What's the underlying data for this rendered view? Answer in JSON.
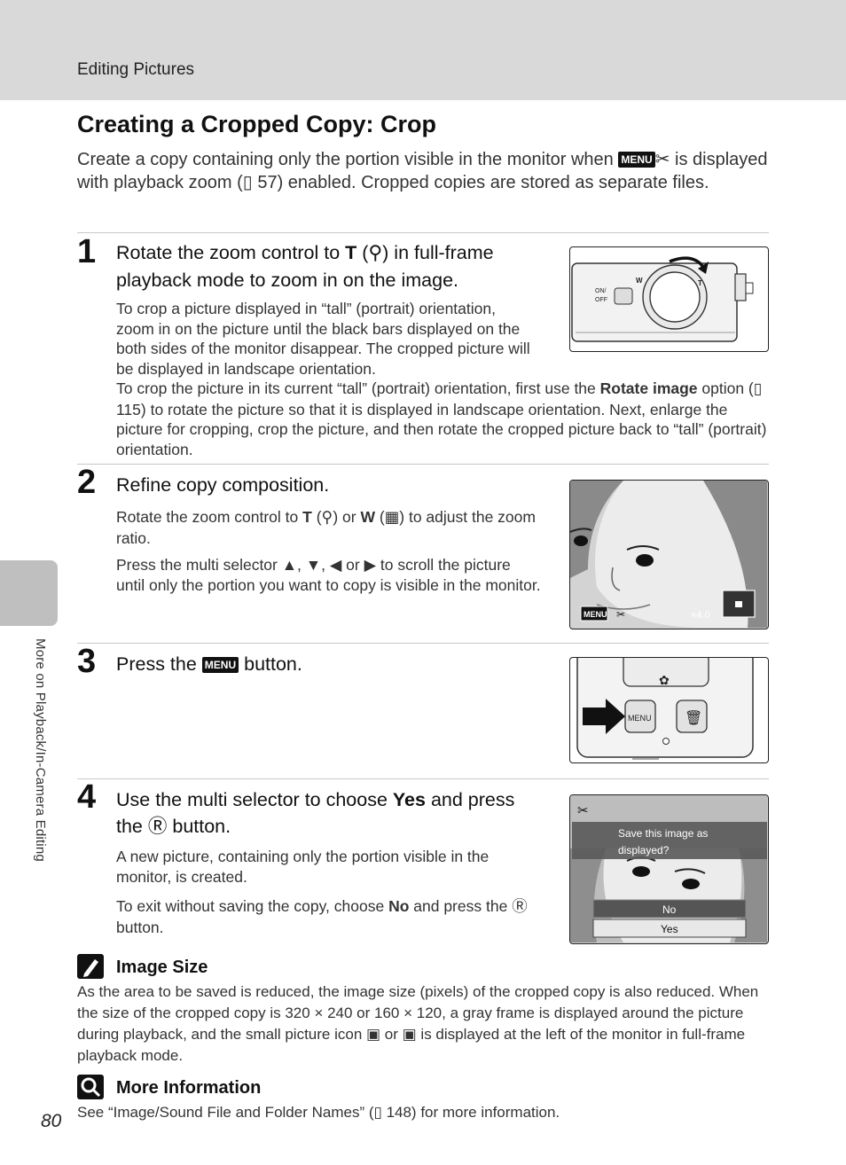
{
  "header": {
    "section": "Editing Pictures"
  },
  "sidebar": {
    "chapter": "More on Playback/In-Camera Editing"
  },
  "page_number": "80",
  "title": "Creating a Cropped Copy: Crop",
  "intro": {
    "p1": "Create a copy containing only the portion visible in the monitor when ",
    "menu": "MENU",
    "p2": " is displayed with playback zoom (",
    "p3": " 57) enabled. Cropped copies are stored as separate files."
  },
  "steps": [
    {
      "number": "1",
      "title_a": "Rotate the zoom control to ",
      "title_t": "T",
      "title_b": " (",
      "title_c": ") in full-frame playback mode to zoom in on the image.",
      "p1": "To crop a picture displayed in “tall” (portrait) orientation, zoom in on the picture until the black bars displayed on the both sides of the monitor disappear. The cropped picture will be displayed in landscape orientation.",
      "p2a": "To crop the picture in its current “tall” (portrait) orientation, first use the ",
      "p2b": "Rotate image",
      "p2c": " option (",
      "p2d": " 115) to rotate the picture so that it is displayed in landscape orientation. Next, enlarge the picture for cropping, crop the picture, and then rotate the cropped picture back to “tall” (portrait) orientation.",
      "figure": {
        "on_off": "ON/\nOFF",
        "w": "W",
        "t": "T"
      }
    },
    {
      "number": "2",
      "title": "Refine copy composition.",
      "p1a": "Rotate the zoom control to ",
      "p1t": "T",
      "p1b": " (",
      "p1c": ") or ",
      "p1w": "W",
      "p1d": " (",
      "p1e": ") to adjust the zoom ratio.",
      "p2": "Press the multi selector ▲, ▼, ◀ or ▶ to scroll the picture until only the portion you want to copy is visible in the monitor.",
      "figure": {
        "menu": "MENU",
        "zoom": "×4.0"
      }
    },
    {
      "number": "3",
      "title_a": "Press the ",
      "title_menu": "MENU",
      "title_b": " button.",
      "figure": {
        "menu_btn": "MENU"
      }
    },
    {
      "number": "4",
      "title_a": "Use the multi selector to choose ",
      "title_yes": "Yes",
      "title_b": " and press the ",
      "title_c": " button.",
      "p1": "A new picture, containing only the portion visible in the monitor, is created.",
      "p2a": "To exit without saving the copy, choose ",
      "p2b": "No",
      "p2c": " and press the ",
      "p2d": " button.",
      "figure": {
        "dialog": "Save this image as displayed?",
        "option_no": "No",
        "option_yes": "Yes"
      }
    }
  ],
  "notes": [
    {
      "title": "Image Size",
      "text": "As the area to be saved is reduced, the image size (pixels) of the cropped copy is also reduced. When the size of the cropped copy is 320 × 240 or 160 × 120, a gray frame is displayed around the picture during playback, and the small picture icon ▣ or ▣ is displayed at the left of the monitor in full-frame playback mode."
    },
    {
      "title": "More Information",
      "text": "See “Image/Sound File and Folder Names” (▯ 148) for more information."
    }
  ]
}
